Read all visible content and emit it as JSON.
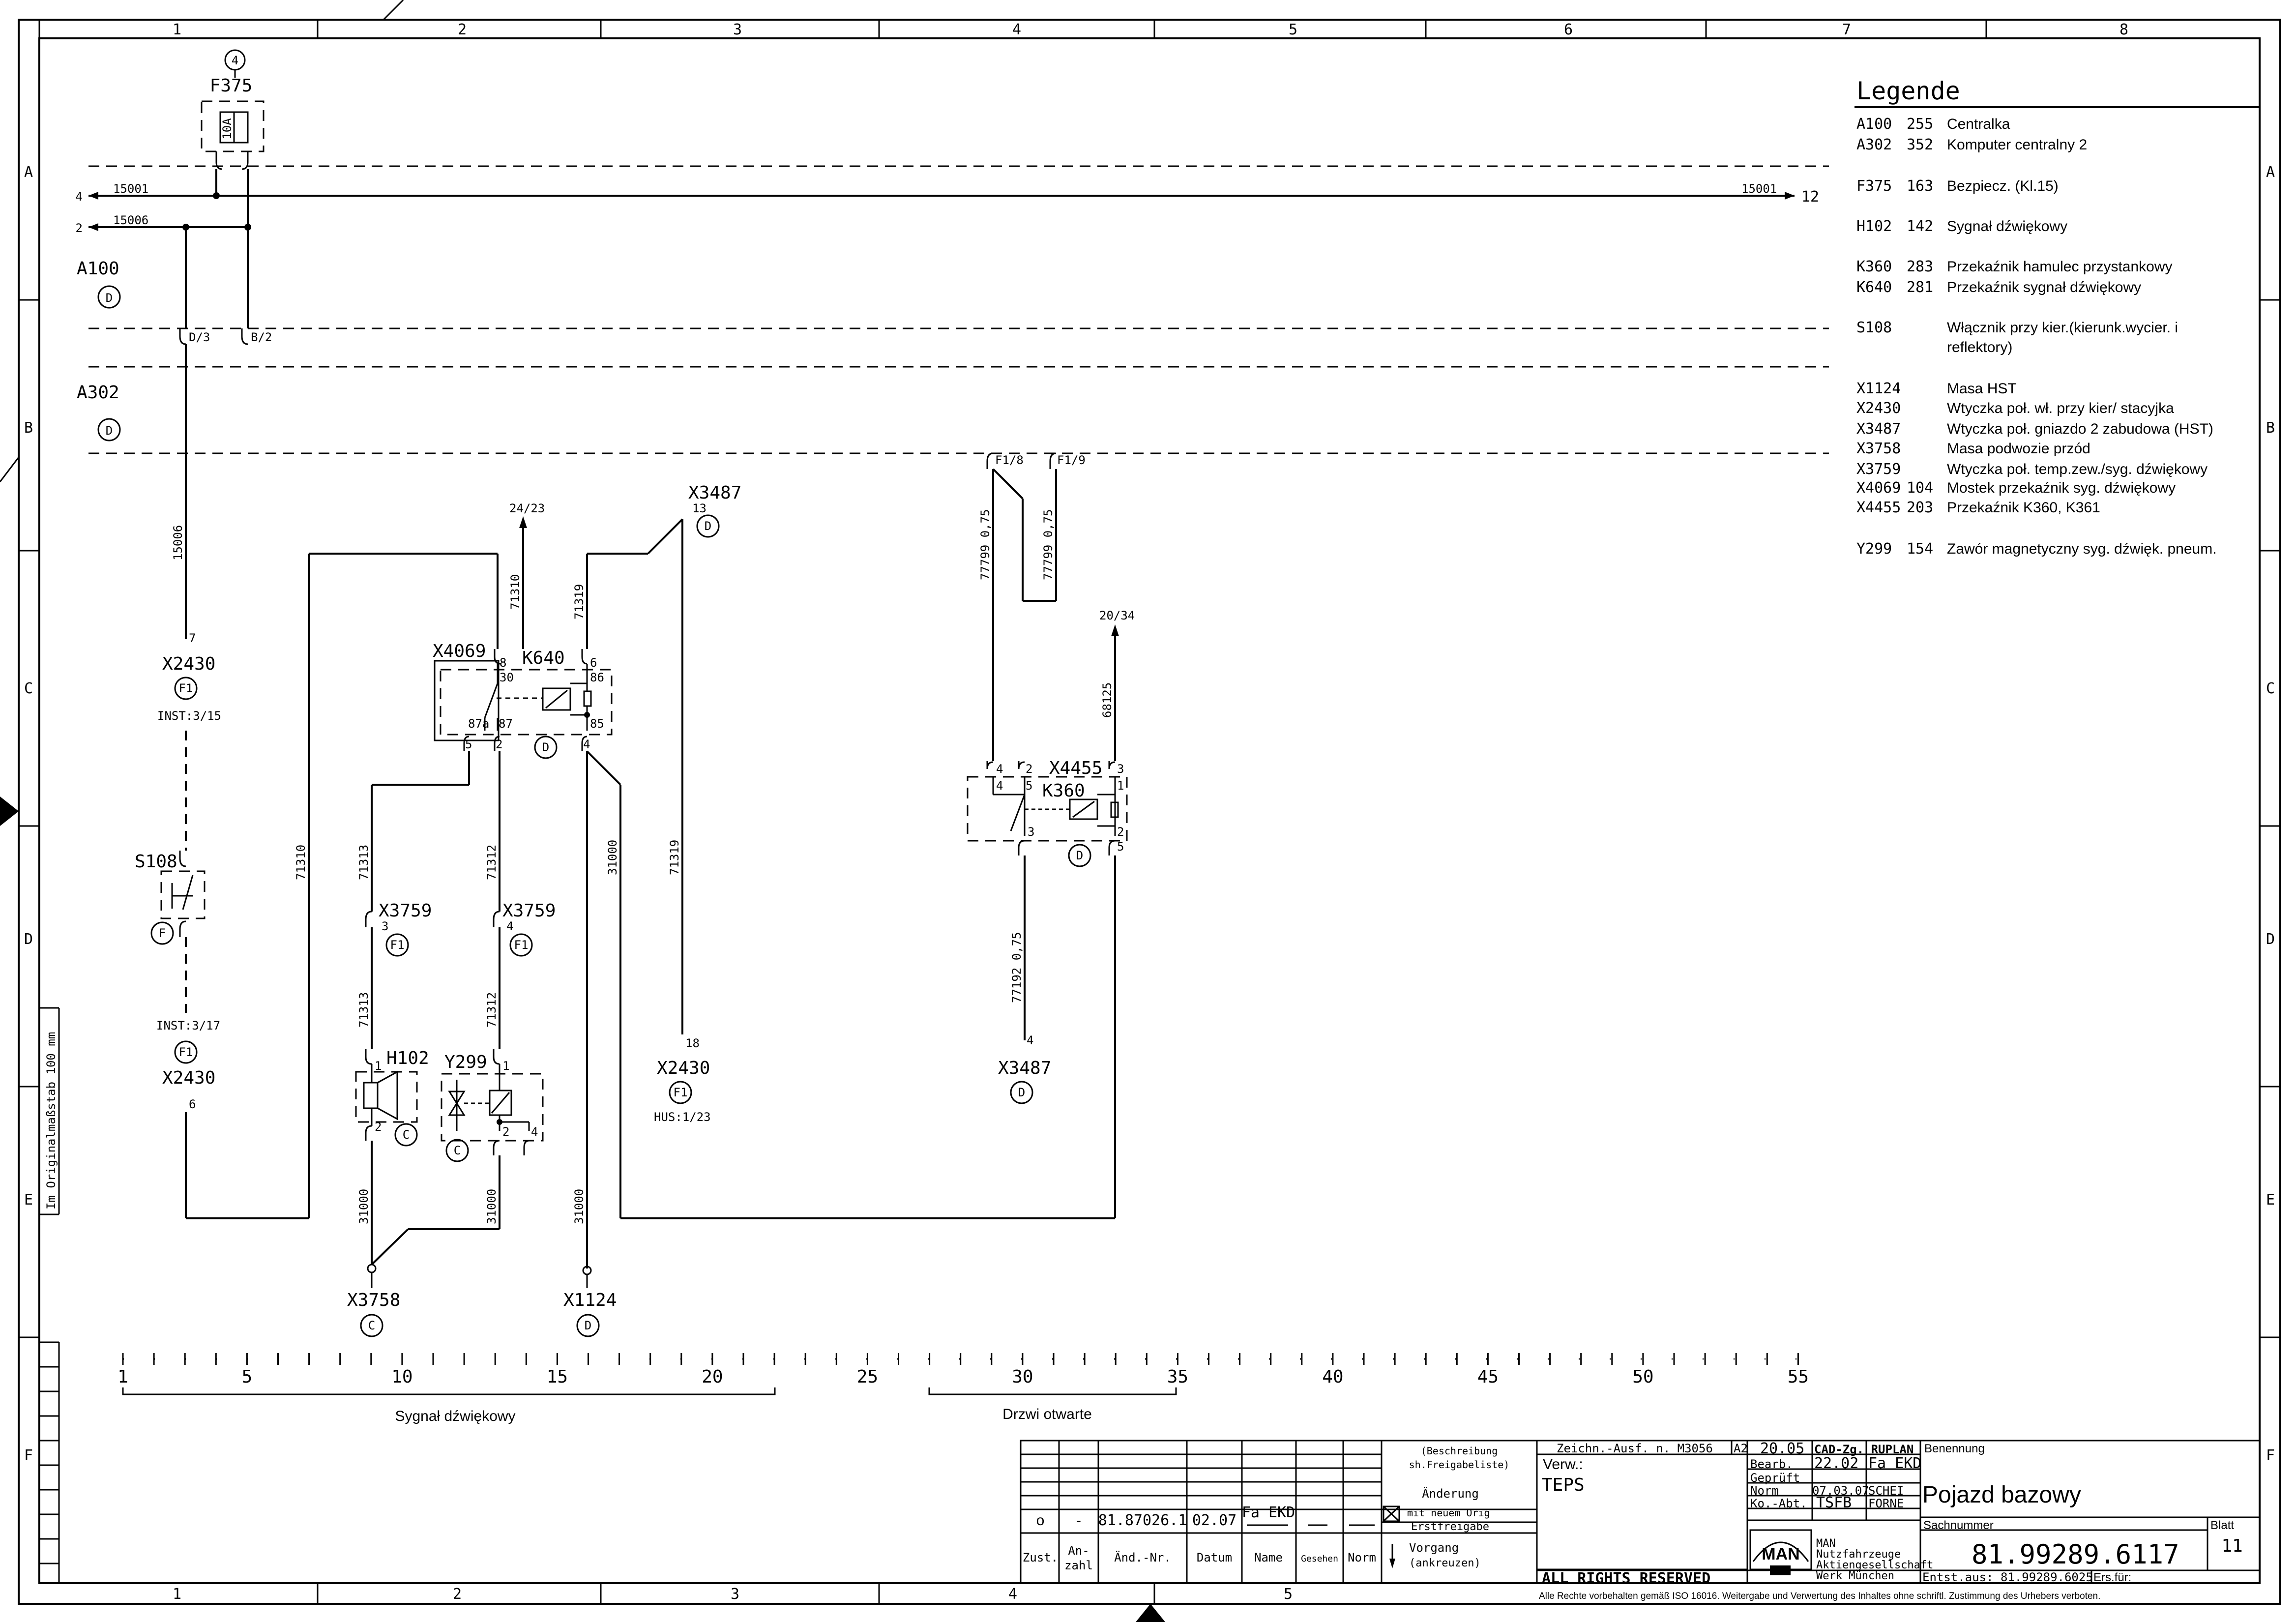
{
  "frame": {
    "columns_top": [
      "1",
      "2",
      "3",
      "4",
      "5",
      "6",
      "7",
      "8"
    ],
    "columns_bottom": [
      "1",
      "2",
      "3",
      "4",
      "5"
    ],
    "rows": [
      "A",
      "B",
      "C",
      "D",
      "E",
      "F"
    ],
    "scale_note": "Im Originalmaßstab 100 mm"
  },
  "legend": {
    "title": "Legende",
    "entries": [
      {
        "code": "A100",
        "num": "255",
        "desc": "Centralka"
      },
      {
        "code": "A302",
        "num": "352",
        "desc": "Komputer centralny 2"
      },
      {
        "code": "F375",
        "num": "163",
        "desc": "Bezpiecz. (Kl.15)"
      },
      {
        "code": "H102",
        "num": "142",
        "desc": "Sygnał dźwiękowy"
      },
      {
        "code": "K360",
        "num": "283",
        "desc": "Przekaźnik hamulec przystankowy"
      },
      {
        "code": "K640",
        "num": "281",
        "desc": "Przekaźnik sygnał dźwiękowy"
      },
      {
        "code": "S108",
        "num": "",
        "desc": "Włącznik przy kier.(kierunk.wycier. i"
      },
      {
        "code": "",
        "num": "",
        "desc": "reflektory)"
      },
      {
        "code": "X1124",
        "num": "",
        "desc": "Masa HST"
      },
      {
        "code": "X2430",
        "num": "",
        "desc": "Wtyczka poł. wł. przy kier/ stacyjka"
      },
      {
        "code": "X3487",
        "num": "",
        "desc": "Wtyczka poł. gniazdo 2 zabudowa (HST)"
      },
      {
        "code": "X3758",
        "num": "",
        "desc": "Masa podwozie przód"
      },
      {
        "code": "X3759",
        "num": "",
        "desc": "Wtyczka poł. temp.zew./syg. dźwiękowy"
      },
      {
        "code": "X4069",
        "num": "104",
        "desc": "Mostek przekaźnik syg. dźwiękowy"
      },
      {
        "code": "X4455",
        "num": "203",
        "desc": "Przekaźnik K360, K361"
      },
      {
        "code": "Y299",
        "num": "154",
        "desc": "Zawór magnetyczny syg. dźwięk. pneum."
      }
    ]
  },
  "diagram": {
    "fuse_label": "F375",
    "fuse_rating": "10A",
    "fuse_pos": "4",
    "bus_15001": "15001",
    "bus_15006": "15006",
    "bus_in_a": "4",
    "bus_in_b": "2",
    "bus_out": "12",
    "a100": "A100",
    "a302": "A302",
    "loc_d": "D",
    "loc_c": "C",
    "loc_f": "F",
    "loc_f1": "F1",
    "pin_d73": "D/3",
    "pin_b72": "B/2",
    "pin_f18": "F1/8",
    "pin_f19": "F1/9",
    "x2430": "X2430",
    "x2430_pin7": "7",
    "x2430_pin6": "6",
    "x2430_pin18": "18",
    "inst315": "INST:3/15",
    "inst317": "INST:3/17",
    "hus123": "HUS:1/23",
    "s108": "S108",
    "x4069": "X4069",
    "k640": "K640",
    "k640_pins": [
      "8",
      "30",
      "6",
      "86",
      "87a",
      "87",
      "85"
    ],
    "ref2423": "24/23",
    "ref2034": "20/34",
    "x3487": "X3487",
    "x3487_pin13": "13",
    "x3487_pin4": "4",
    "x3759": "X3759",
    "x3759_pin3": "3",
    "x3759_pin4": "4",
    "h102": "H102",
    "y299": "Y299",
    "x3758": "X3758",
    "x1124": "X1124",
    "x4455": "X4455",
    "k360": "K360",
    "k360_pins": [
      "4",
      "2",
      "5",
      "3",
      "1",
      "3",
      "2",
      "5"
    ],
    "wires": {
      "w71310": "71310",
      "w71319": "71319",
      "w71313": "71313",
      "w71312": "71312",
      "w31000": "31000",
      "w77799": "77799 0,75",
      "w68125": "68125",
      "w77192": "77192 0,75"
    },
    "pin_small": [
      "2",
      "1",
      "1",
      "2",
      "2",
      "1",
      "1",
      "2",
      "2",
      "3",
      "4",
      "5",
      "1"
    ]
  },
  "ruler": {
    "ticks": [
      "1",
      "5",
      "10",
      "15",
      "20",
      "25",
      "30",
      "35",
      "40",
      "45",
      "50",
      "55"
    ],
    "group1": "Sygnał dźwiękowy",
    "group2": "Drzwi otwarte"
  },
  "titleblock": {
    "rev_index": "o",
    "rev_count": "-",
    "rev_no": "81.87026.1",
    "rev_date": "02.07",
    "rev_name": "Fa EKD",
    "col_zust": "Zust.",
    "col_anzahl": "An-\nzahl",
    "col_aend": "Änd.-Nr.",
    "col_datum": "Datum",
    "col_name": "Name",
    "col_gesehen": "Gesehen",
    "col_norm": "Norm",
    "beschreibung": "(Beschreibung",
    "freigabeliste": "sh.Freigabeliste)",
    "aenderung": "Änderung",
    "mit_neuem": "mit neuem Orig",
    "erstfreigabe": "Erstfreigabe",
    "vorgang": "Vorgang",
    "ankreuzen": "(ankreuzen)",
    "zeichn": "Zeichn.-Ausf. n. M3056",
    "a2": "A2",
    "verw": "Verw.:",
    "teps": "TEPS",
    "rights": "ALL RIGHTS RESERVED",
    "rights_note": "Alle Rechte vorbehalten gemäß ISO 16016. Weitergabe und Verwertung des Inhaltes ohne schriftl. Zustimmung des Urhebers verboten.",
    "bearb": "Bearb.",
    "geprueft": "Geprüft",
    "norm": "Norm",
    "koabt": "Ko.-Abt.",
    "date1": "20.05",
    "date2": "22.02",
    "date3": "07.03.07",
    "date4": "TSFB",
    "cad": "CAD-Zg. RUPLAN",
    "fa_ekd": "Fa EKD",
    "schei": "SCHEI",
    "forne": "FORNE",
    "man_logo": "MAN",
    "man1": "MAN",
    "man2": "Nutzfahrzeuge",
    "man3": "Aktiengesellschaft",
    "man4": "Werk München",
    "benennung": "Benennung",
    "title": "Pojazd bazowy",
    "sachnummer": "Sachnummer",
    "number": "81.99289.6117",
    "blatt": "Blatt",
    "blatt_no": "11",
    "entst": "Entst.aus: 81.99289.6025",
    "ers": "Ers.für:"
  }
}
